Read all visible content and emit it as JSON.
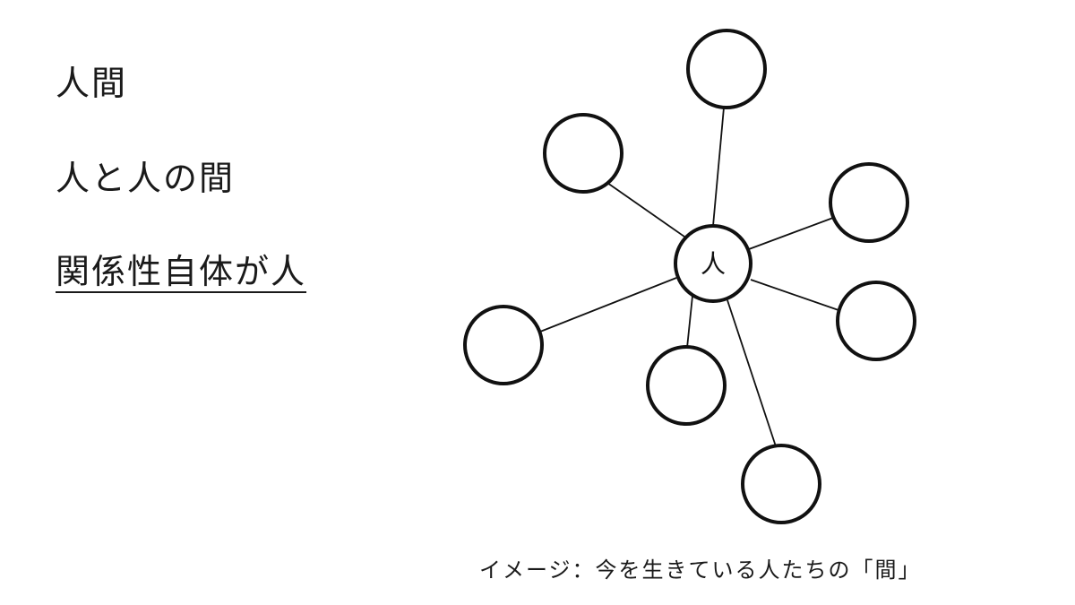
{
  "text": {
    "line1": "人間",
    "line2": "人と人の間",
    "line3": "関係性自体が人"
  },
  "diagram": {
    "center_label": "人",
    "caption": "イメージ：今を生きている人たちの「間」"
  }
}
